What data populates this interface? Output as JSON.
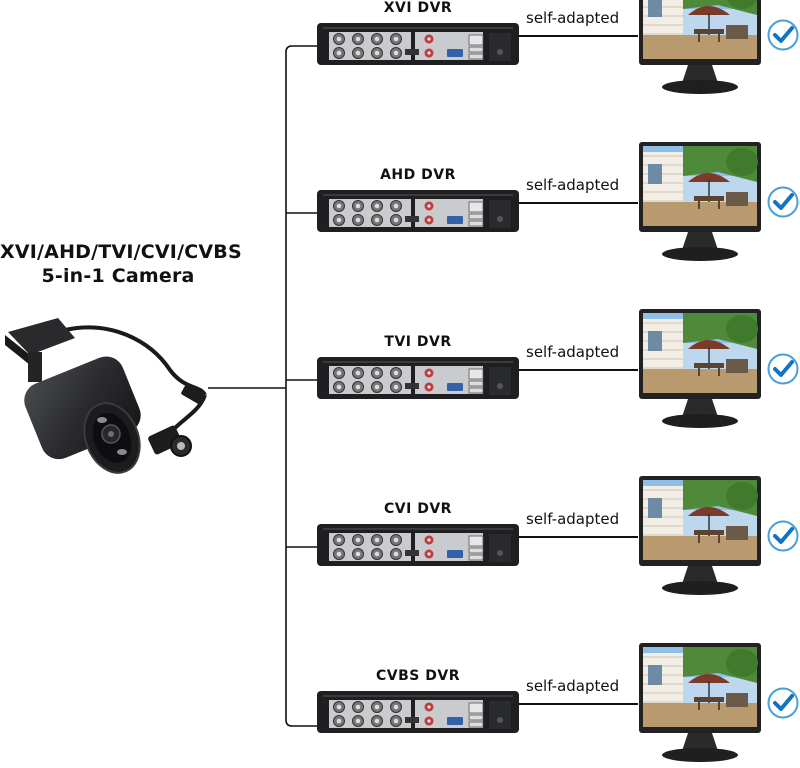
{
  "camera": {
    "title_line1": "XVI/AHD/TVI/CVI/CVBS",
    "title_line2": "5-in-1 Camera"
  },
  "outputs": [
    {
      "dvr_label": "XVI DVR",
      "adapt_label": "self-adapted",
      "status": "supported"
    },
    {
      "dvr_label": "AHD DVR",
      "adapt_label": "self-adapted",
      "status": "supported"
    },
    {
      "dvr_label": "TVI DVR",
      "adapt_label": "self-adapted",
      "status": "supported"
    },
    {
      "dvr_label": "CVI DVR",
      "adapt_label": "self-adapted",
      "status": "supported"
    },
    {
      "dvr_label": "CVBS DVR",
      "adapt_label": "self-adapted",
      "status": "supported"
    }
  ],
  "colors": {
    "line": "#111111",
    "dvr_body": "#1f1f21",
    "dvr_panel": "#c9cbce",
    "check_ring": "#4a9fd8",
    "check_mark": "#1273c4",
    "monitor_frame": "#222222"
  },
  "icons": {
    "camera": "bullet-camera-illustration",
    "dvr": "dvr-rear-panel-illustration",
    "monitor": "monitor-with-patio-scene",
    "check": "check-circle-icon"
  }
}
